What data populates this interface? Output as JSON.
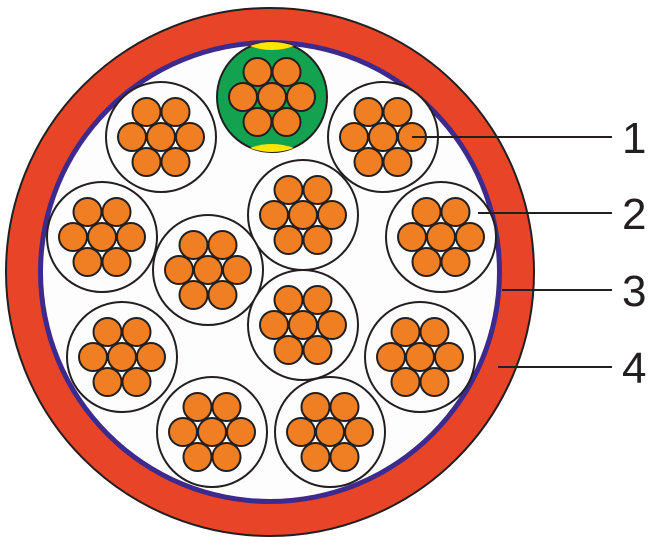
{
  "diagram": {
    "type": "cable cross-section",
    "colors": {
      "outer_sheath": "#e84427",
      "screen": "#3c2a8f",
      "filler": "#fdfdfd",
      "conductor": "#ef7f22",
      "pair_fill_green": "#13a350",
      "pair_marker_yellow": "#ffe500",
      "outline": "#231f20"
    },
    "bundle_count": 12,
    "strands_per_bundle": 7,
    "labels": [
      "1",
      "2",
      "3",
      "4"
    ]
  }
}
